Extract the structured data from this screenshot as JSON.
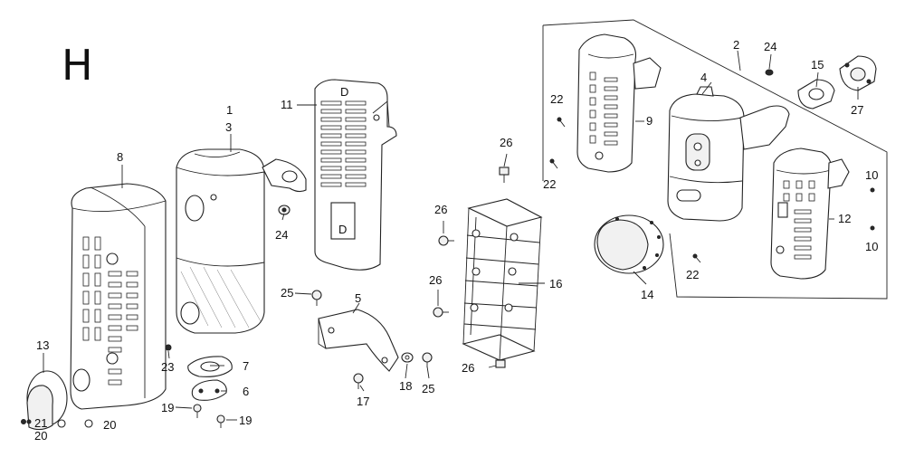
{
  "section_letter": "H",
  "colors": {
    "ink": "#222222",
    "paper": "#ffffff",
    "shade": "#f1f1f1"
  },
  "callouts": {
    "c1": "1",
    "c2": "2",
    "c3": "3",
    "c4": "4",
    "c5": "5",
    "c6": "6",
    "c7": "7",
    "c8": "8",
    "c9": "9",
    "c10a": "10",
    "c10b": "10",
    "c11": "11",
    "c12": "12",
    "c13": "13",
    "c14": "14",
    "c15": "15",
    "c16": "16",
    "c17": "17",
    "c18": "18",
    "c19a": "19",
    "c19b": "19",
    "c20a": "20",
    "c20b": "20",
    "c21": "21",
    "c22a": "22",
    "c22b": "22",
    "c22c": "22",
    "c23": "23",
    "c24a": "24",
    "c24b": "24",
    "c25a": "25",
    "c25b": "25",
    "c26a": "26",
    "c26b": "26",
    "c26c": "26",
    "c26d": "26",
    "c27": "27"
  },
  "marks": {
    "d_top": "D",
    "d_low": "D"
  }
}
